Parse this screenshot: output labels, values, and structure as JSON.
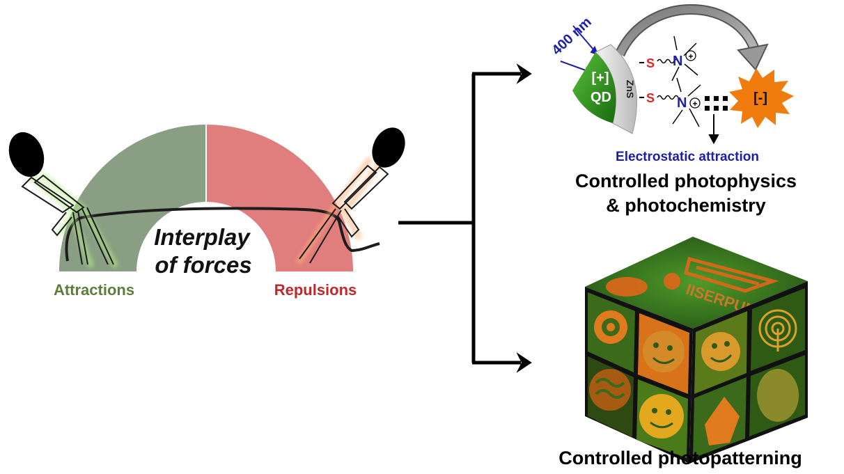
{
  "left": {
    "center_text_line1": "Interplay",
    "center_text_line2": "of forces",
    "attractions_label": "Attractions",
    "repulsions_label": "Repulsions"
  },
  "top": {
    "wavelength_label": "400 nm",
    "qd_charge_label": "[+]",
    "qd_label": "QD",
    "shell_label": "ZnS",
    "sulfur_label": "S",
    "nitrogen_label": "N",
    "plus_sign": "+",
    "anion_label": "[-]",
    "interaction_label": "Electrostatic attraction",
    "title_line1": "Controlled photophysics",
    "title_line2": "& photochemistry"
  },
  "bottom": {
    "cube_logo_text": "IISERPUNE",
    "title": "Controlled photopatterning"
  },
  "colors": {
    "attraction_green": "#8a9e83",
    "attraction_text": "#5e7d3a",
    "repulsion_red": "#e07d7d",
    "repulsion_text": "#c0282a",
    "interaction_blue": "#1d1dab",
    "sulfur_red": "#e32323",
    "qd_green": "#2f8f1a",
    "anion_orange": "#f07c0e",
    "cube_green": "#2e6a1d",
    "cube_orange": "#e0671a"
  }
}
